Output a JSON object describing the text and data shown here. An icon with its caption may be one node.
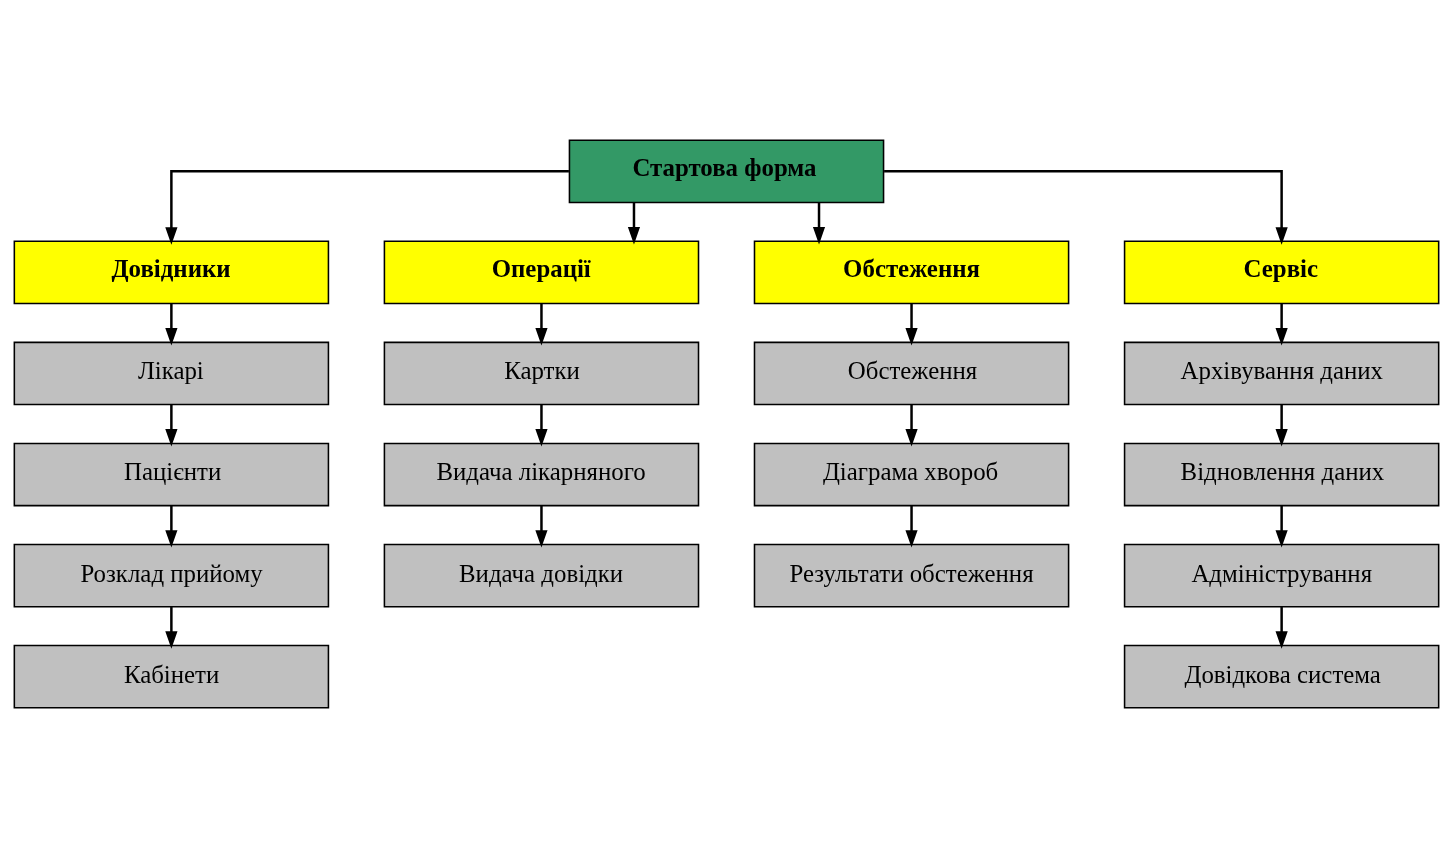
{
  "diagram": {
    "nodes": [
      {
        "text": [
          "Стартова форма"
        ]
      },
      {
        "text": [
          "Довідники"
        ]
      },
      {
        "text": [
          "Операції"
        ]
      },
      {
        "text": [
          "Обстеження"
        ]
      },
      {
        "text": [
          "Сервіс"
        ]
      },
      {
        "text": [
          "Лікарі"
        ]
      },
      {
        "text": [
          "Пацієнти"
        ]
      },
      {
        "text": [
          "Розклад прийому"
        ]
      },
      {
        "text": [
          "Кабінети"
        ]
      },
      {
        "text": [
          "Картки"
        ]
      },
      {
        "text": [
          "Видача лікарняного"
        ]
      },
      {
        "text": [
          "Видача довідки"
        ]
      },
      {
        "text": [
          "Обстеження"
        ]
      },
      {
        "text": [
          "Діаграма хвороб"
        ]
      },
      {
        "text": [
          "Результати обстеження"
        ]
      },
      {
        "text": [
          "Архівування даних"
        ]
      },
      {
        "text": [
          "Відновлення даних"
        ]
      },
      {
        "text": [
          "Адміністрування"
        ]
      },
      {
        "text": [
          "Довідкова система"
        ]
      }
    ],
    "edges": [
      {
        "from": 0,
        "to": 1,
        "arrow": "to"
      },
      {
        "from": 0,
        "to": 2,
        "arrow": "to"
      },
      {
        "from": 0,
        "to": 3,
        "arrow": "to"
      },
      {
        "from": 0,
        "to": 4,
        "arrow": "to"
      },
      {
        "from": 1,
        "to": 5,
        "arrow": "to"
      },
      {
        "from": 5,
        "to": 6,
        "arrow": "to"
      },
      {
        "from": 6,
        "to": 7,
        "arrow": "to"
      },
      {
        "from": 7,
        "to": 8,
        "arrow": "to"
      },
      {
        "from": 2,
        "to": 9,
        "arrow": "to"
      },
      {
        "from": 9,
        "to": 10,
        "arrow": "to"
      },
      {
        "from": 10,
        "to": 11,
        "arrow": "to"
      },
      {
        "from": 3,
        "to": 12,
        "arrow": "to"
      },
      {
        "from": 12,
        "to": 13,
        "arrow": "to"
      },
      {
        "from": 13,
        "to": 14,
        "arrow": "to"
      },
      {
        "from": 4,
        "to": 15,
        "arrow": "to"
      },
      {
        "from": 15,
        "to": 16,
        "arrow": "to"
      },
      {
        "from": 16,
        "to": 17,
        "arrow": "to"
      },
      {
        "from": 17,
        "to": 18,
        "arrow": "to"
      }
    ]
  }
}
